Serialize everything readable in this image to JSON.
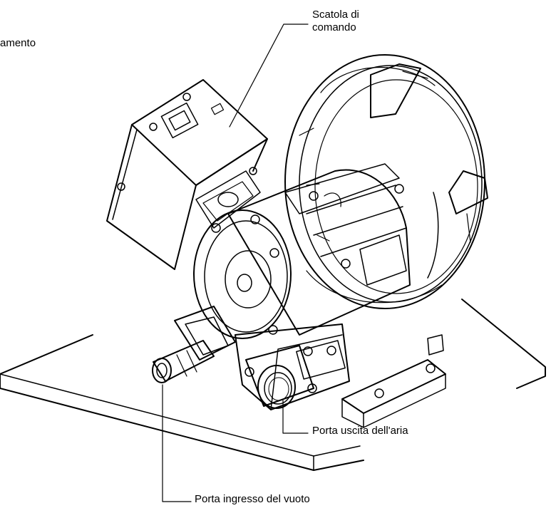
{
  "labels": {
    "collegamento_fragment": "amento",
    "scatola_line1": "Scatola di",
    "scatola_line2": "comando",
    "uscita": "Porta uscita dell'aria",
    "ingresso": "Porta ingresso del vuoto"
  },
  "colors": {
    "ink": "#000000",
    "background": "#ffffff"
  }
}
